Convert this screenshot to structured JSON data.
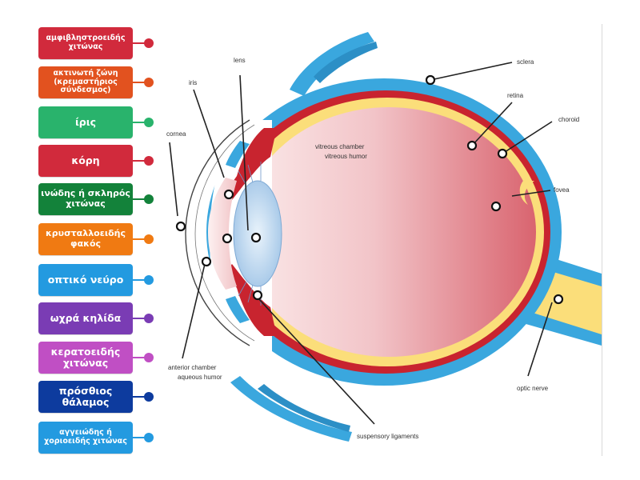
{
  "labels": [
    {
      "text": "αμφιβληστροειδής χιτώνας",
      "color": "#d12a3c"
    },
    {
      "text": "ακτινωτή ζώνη (κρεμαστήριος σύνδεσμος)",
      "color": "#e2521f"
    },
    {
      "text": "ίρις",
      "color": "#29b36c"
    },
    {
      "text": "κόρη",
      "color": "#d12a3c"
    },
    {
      "text": "ινώδης ή σκληρός χιτώνας",
      "color": "#13823a"
    },
    {
      "text": "κρυσταλλοειδής φακός",
      "color": "#f07a12"
    },
    {
      "text": "οπτικό νεύρο",
      "color": "#239ae0"
    },
    {
      "text": "ωχρά κηλίδα",
      "color": "#7a3cb4"
    },
    {
      "text": "κερατοειδής χιτώνας",
      "color": "#c04fc4"
    },
    {
      "text": "πρόσθιος θάλαμος",
      "color": "#0d3b9e"
    },
    {
      "text": "αγγειώδης ή χοριοειδής χιτώνας",
      "color": "#239ae0"
    }
  ],
  "diagram": {
    "sclera": "sclera",
    "retina": "retina",
    "choroid": "choroid",
    "fovea": "fovea",
    "optic_nerve": "optic nerve",
    "suspensory_ligaments": "suspensory ligaments",
    "anterior_chamber": "anterior chamber",
    "aqueous_humor": "aqueous humor",
    "cornea": "cornea",
    "iris": "iris",
    "lens": "lens",
    "vitreous_chamber": "vitreous chamber",
    "vitreous_humor": "vitreous humor"
  }
}
